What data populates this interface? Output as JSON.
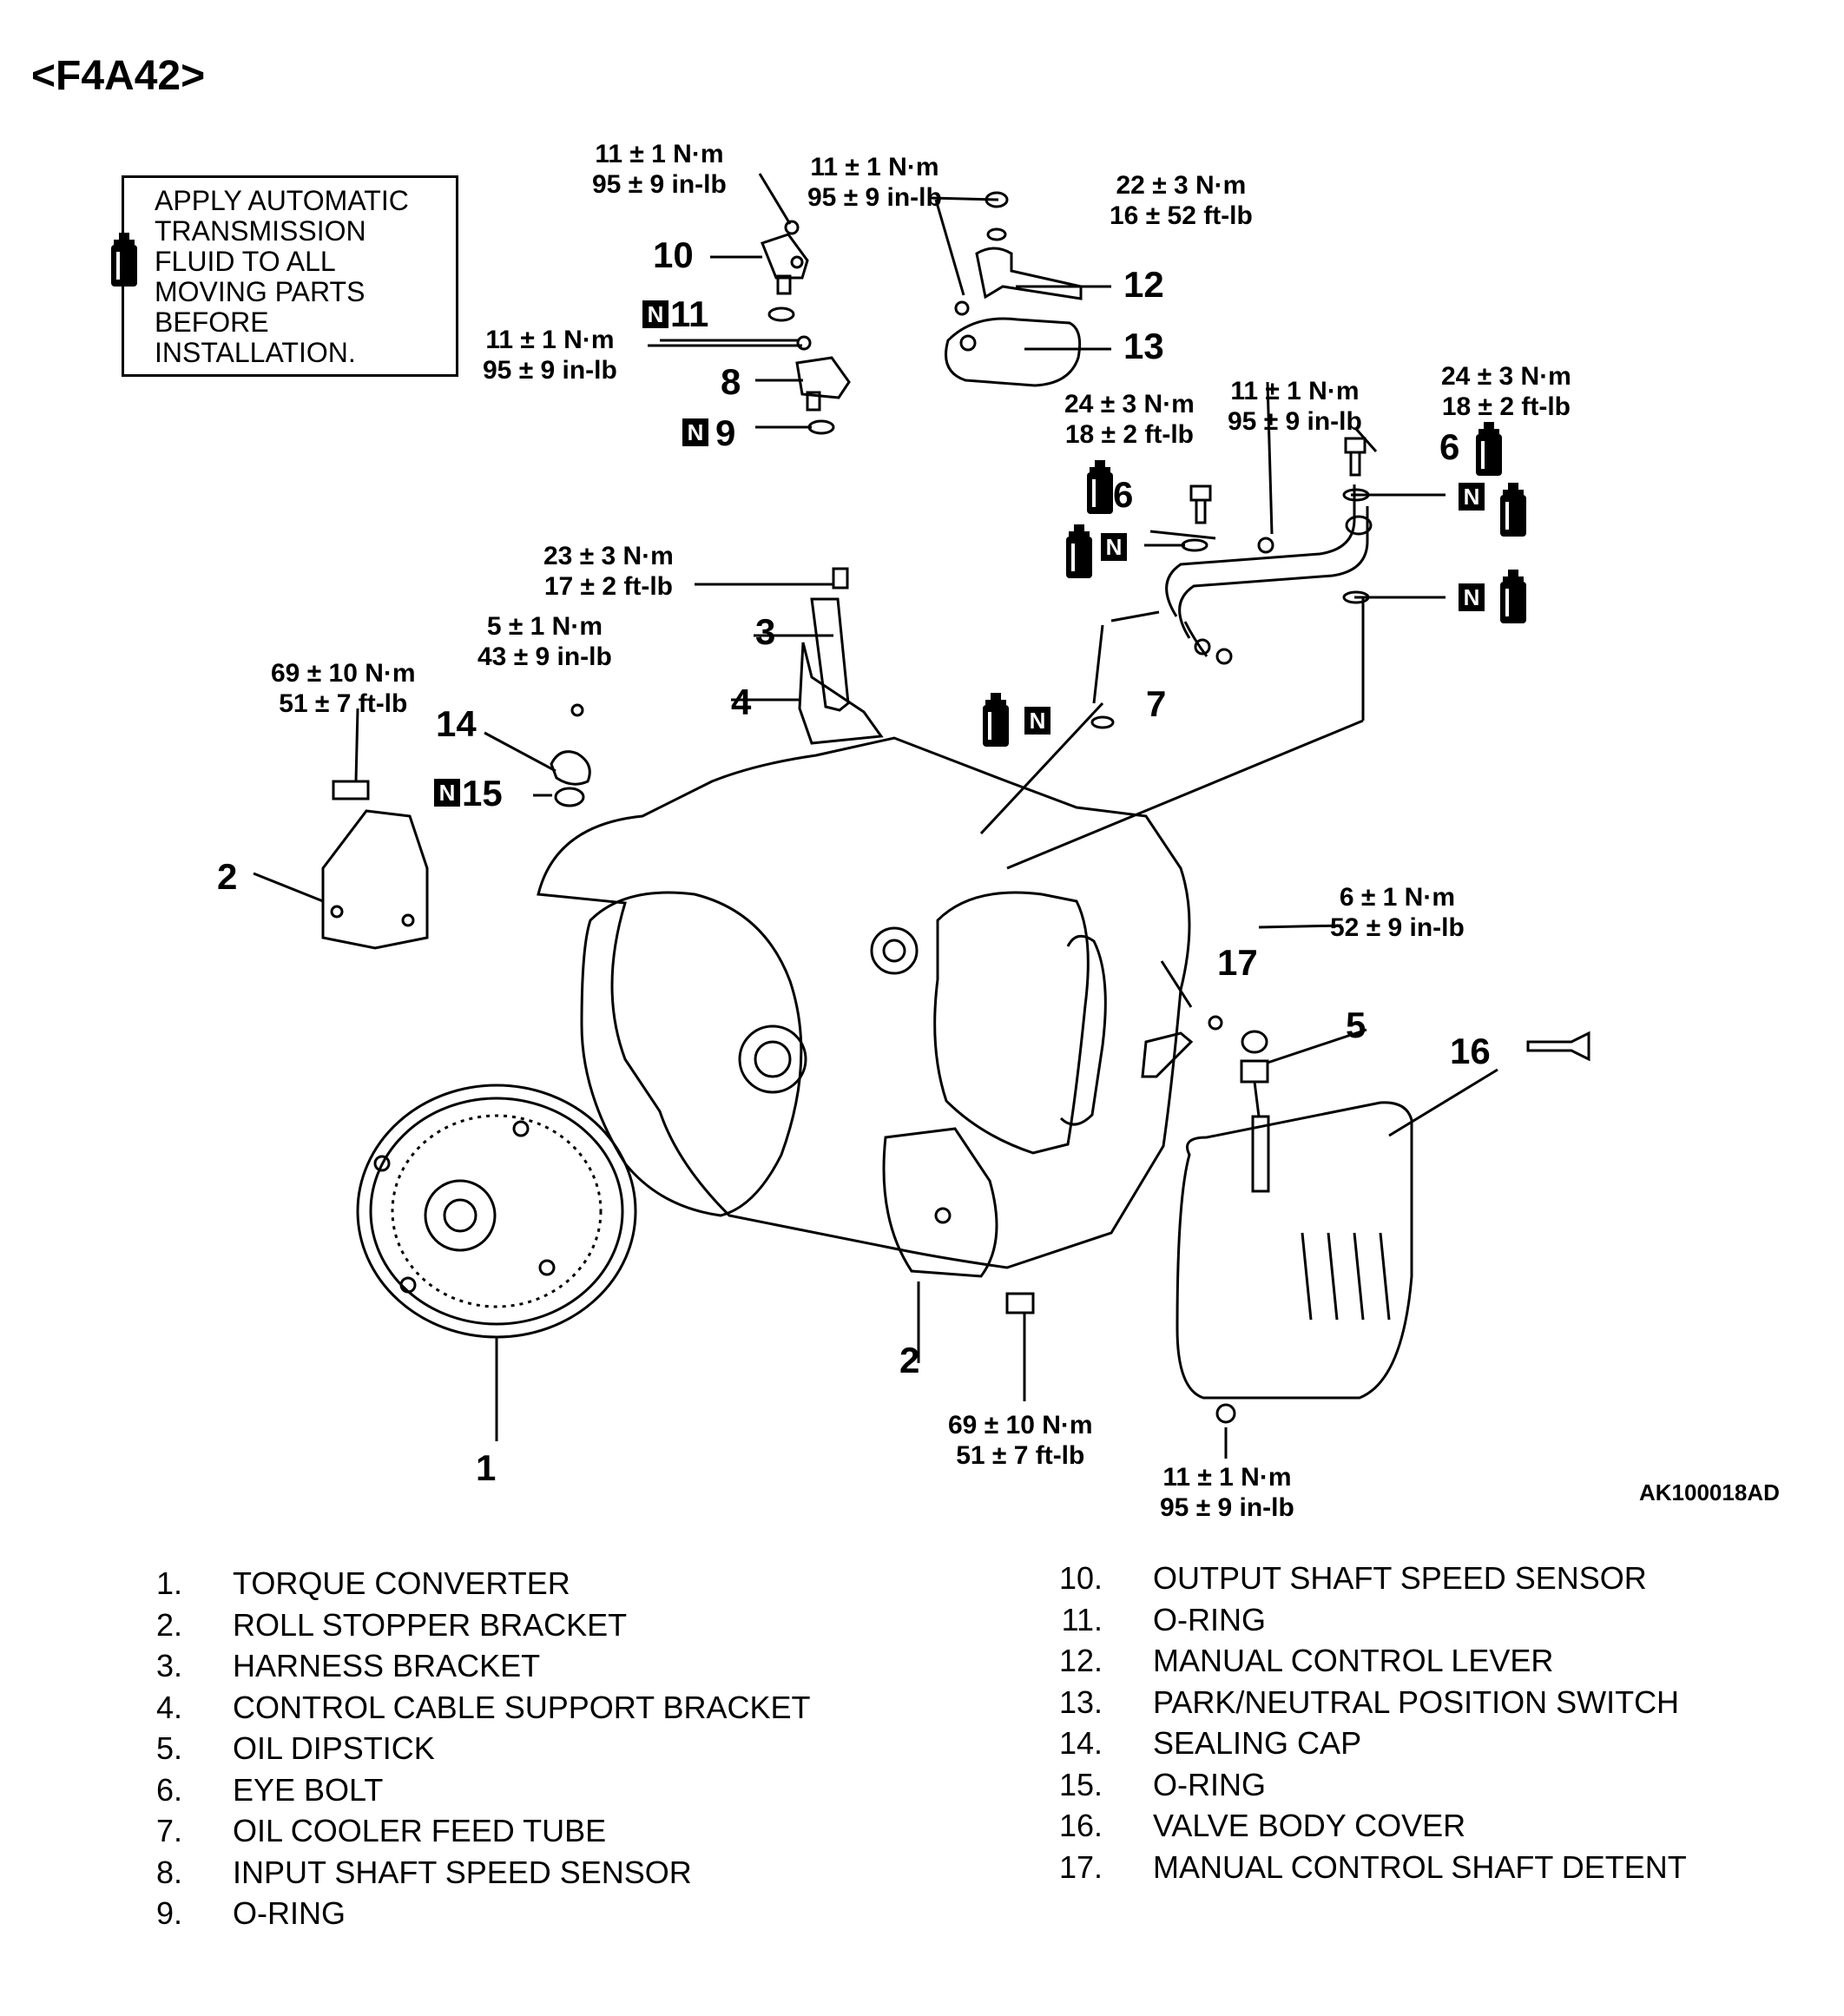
{
  "title": "<F4A42>",
  "note": "APPLY AUTOMATIC\nTRANSMISSION\nFLUID TO ALL\nMOVING PARTS\nBEFORE\nINSTALLATION.",
  "figure_code": "AK100018AD",
  "torque_specs": [
    "11 ± 1 N·m\n95 ± 9 in-lb",
    "11 ± 1 N·m\n95 ± 9 in-lb",
    "22 ± 3 N·m\n16 ± 52 ft-lb",
    "11 ± 1 N·m\n95 ± 9 in-lb",
    "24 ± 3 N·m\n18 ± 2 ft-lb",
    "11 ± 1 N·m\n95 ± 9 in-lb",
    "24 ± 3 N·m\n18 ± 2 ft-lb",
    "23 ± 3 N·m\n17 ± 2 ft-lb",
    "5 ± 1 N·m\n43 ± 9 in-lb",
    "69 ± 10 N·m\n51 ± 7 ft-lb",
    "6 ± 1 N·m\n52 ± 9 in-lb",
    "69 ± 10 N·m\n51 ± 7 ft-lb",
    "11 ± 1 N·m\n95 ± 9 in-lb"
  ],
  "callouts": [
    "10",
    "11",
    "8",
    "9",
    "12",
    "13",
    "6",
    "6",
    "3",
    "4",
    "7",
    "14",
    "15",
    "2",
    "17",
    "5",
    "16",
    "2",
    "1"
  ],
  "badge_letter": "N",
  "parts_left": [
    {
      "num": "1.",
      "name": "TORQUE CONVERTER"
    },
    {
      "num": "2.",
      "name": "ROLL STOPPER BRACKET"
    },
    {
      "num": "3.",
      "name": "HARNESS BRACKET"
    },
    {
      "num": "4.",
      "name": "CONTROL CABLE SUPPORT BRACKET"
    },
    {
      "num": "5.",
      "name": "OIL DIPSTICK"
    },
    {
      "num": "6.",
      "name": "EYE BOLT"
    },
    {
      "num": "7.",
      "name": "OIL COOLER FEED TUBE"
    },
    {
      "num": "8.",
      "name": "INPUT SHAFT SPEED SENSOR"
    },
    {
      "num": "9.",
      "name": "O-RING"
    }
  ],
  "parts_right": [
    {
      "num": "10.",
      "name": "OUTPUT SHAFT SPEED SENSOR"
    },
    {
      "num": "11.",
      "name": "O-RING"
    },
    {
      "num": "12.",
      "name": "MANUAL CONTROL LEVER"
    },
    {
      "num": "13.",
      "name": "PARK/NEUTRAL POSITION SWITCH"
    },
    {
      "num": "14.",
      "name": "SEALING CAP"
    },
    {
      "num": "15.",
      "name": "O-RING"
    },
    {
      "num": "16.",
      "name": "VALVE BODY COVER"
    },
    {
      "num": "17.",
      "name": "MANUAL CONTROL SHAFT DETENT"
    }
  ]
}
